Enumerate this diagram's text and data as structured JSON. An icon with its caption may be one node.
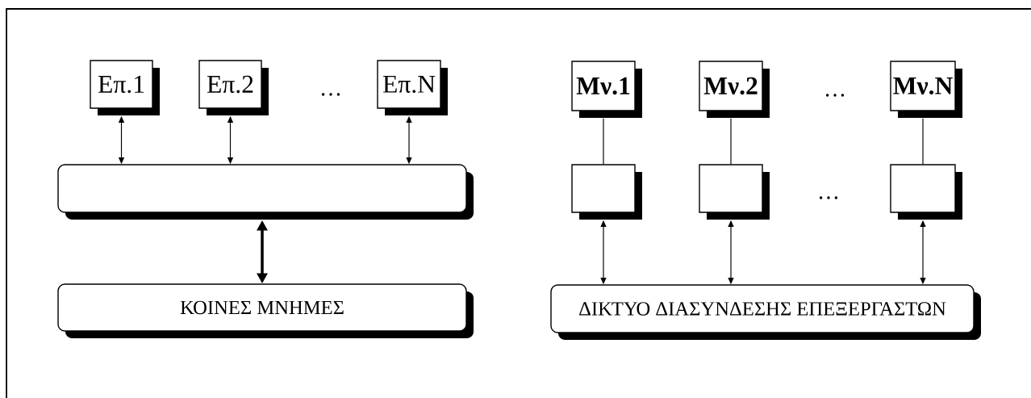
{
  "diagram": {
    "nodes": [
      {
        "text": [
          "Επ.1"
        ]
      },
      {
        "text": [
          "Επ.2"
        ]
      },
      {
        "text": [
          "Επ.N"
        ]
      },
      {
        "text": [],
        "shape": "box"
      },
      {
        "text": [
          "ΚΟΙΝΕΣ ΜΝΗΜΕΣ"
        ]
      },
      {
        "text": [
          "Μν.1"
        ]
      },
      {
        "text": [
          "Μν.2"
        ]
      },
      {
        "text": [
          "Μν.N"
        ]
      },
      {
        "text": [],
        "shape": "box"
      },
      {
        "text": [],
        "shape": "box"
      },
      {
        "text": [],
        "shape": "box"
      },
      {
        "text": [
          "ΔΙΚΤΥΟ ΔΙΑΣΥΝΔΕΣΗΣ ΕΠΕΞΕΡΓΑΣΤΩΝ"
        ]
      }
    ],
    "edges": [
      {
        "from": 0,
        "to": 3,
        "arrow": "both"
      },
      {
        "from": 1,
        "to": 3,
        "arrow": "both"
      },
      {
        "from": 2,
        "to": 3,
        "arrow": "both"
      },
      {
        "from": 3,
        "to": 4,
        "arrow": "both",
        "style": "thick"
      },
      {
        "from": 5,
        "to": 8,
        "arrow": "none"
      },
      {
        "from": 6,
        "to": 9,
        "arrow": "none"
      },
      {
        "from": 7,
        "to": 10,
        "arrow": "none"
      },
      {
        "from": 8,
        "to": 11,
        "arrow": "both"
      },
      {
        "from": 9,
        "to": 11,
        "arrow": "both"
      },
      {
        "from": 10,
        "to": 11,
        "arrow": "both"
      }
    ],
    "labels": [
      "…",
      "…",
      "…"
    ]
  }
}
